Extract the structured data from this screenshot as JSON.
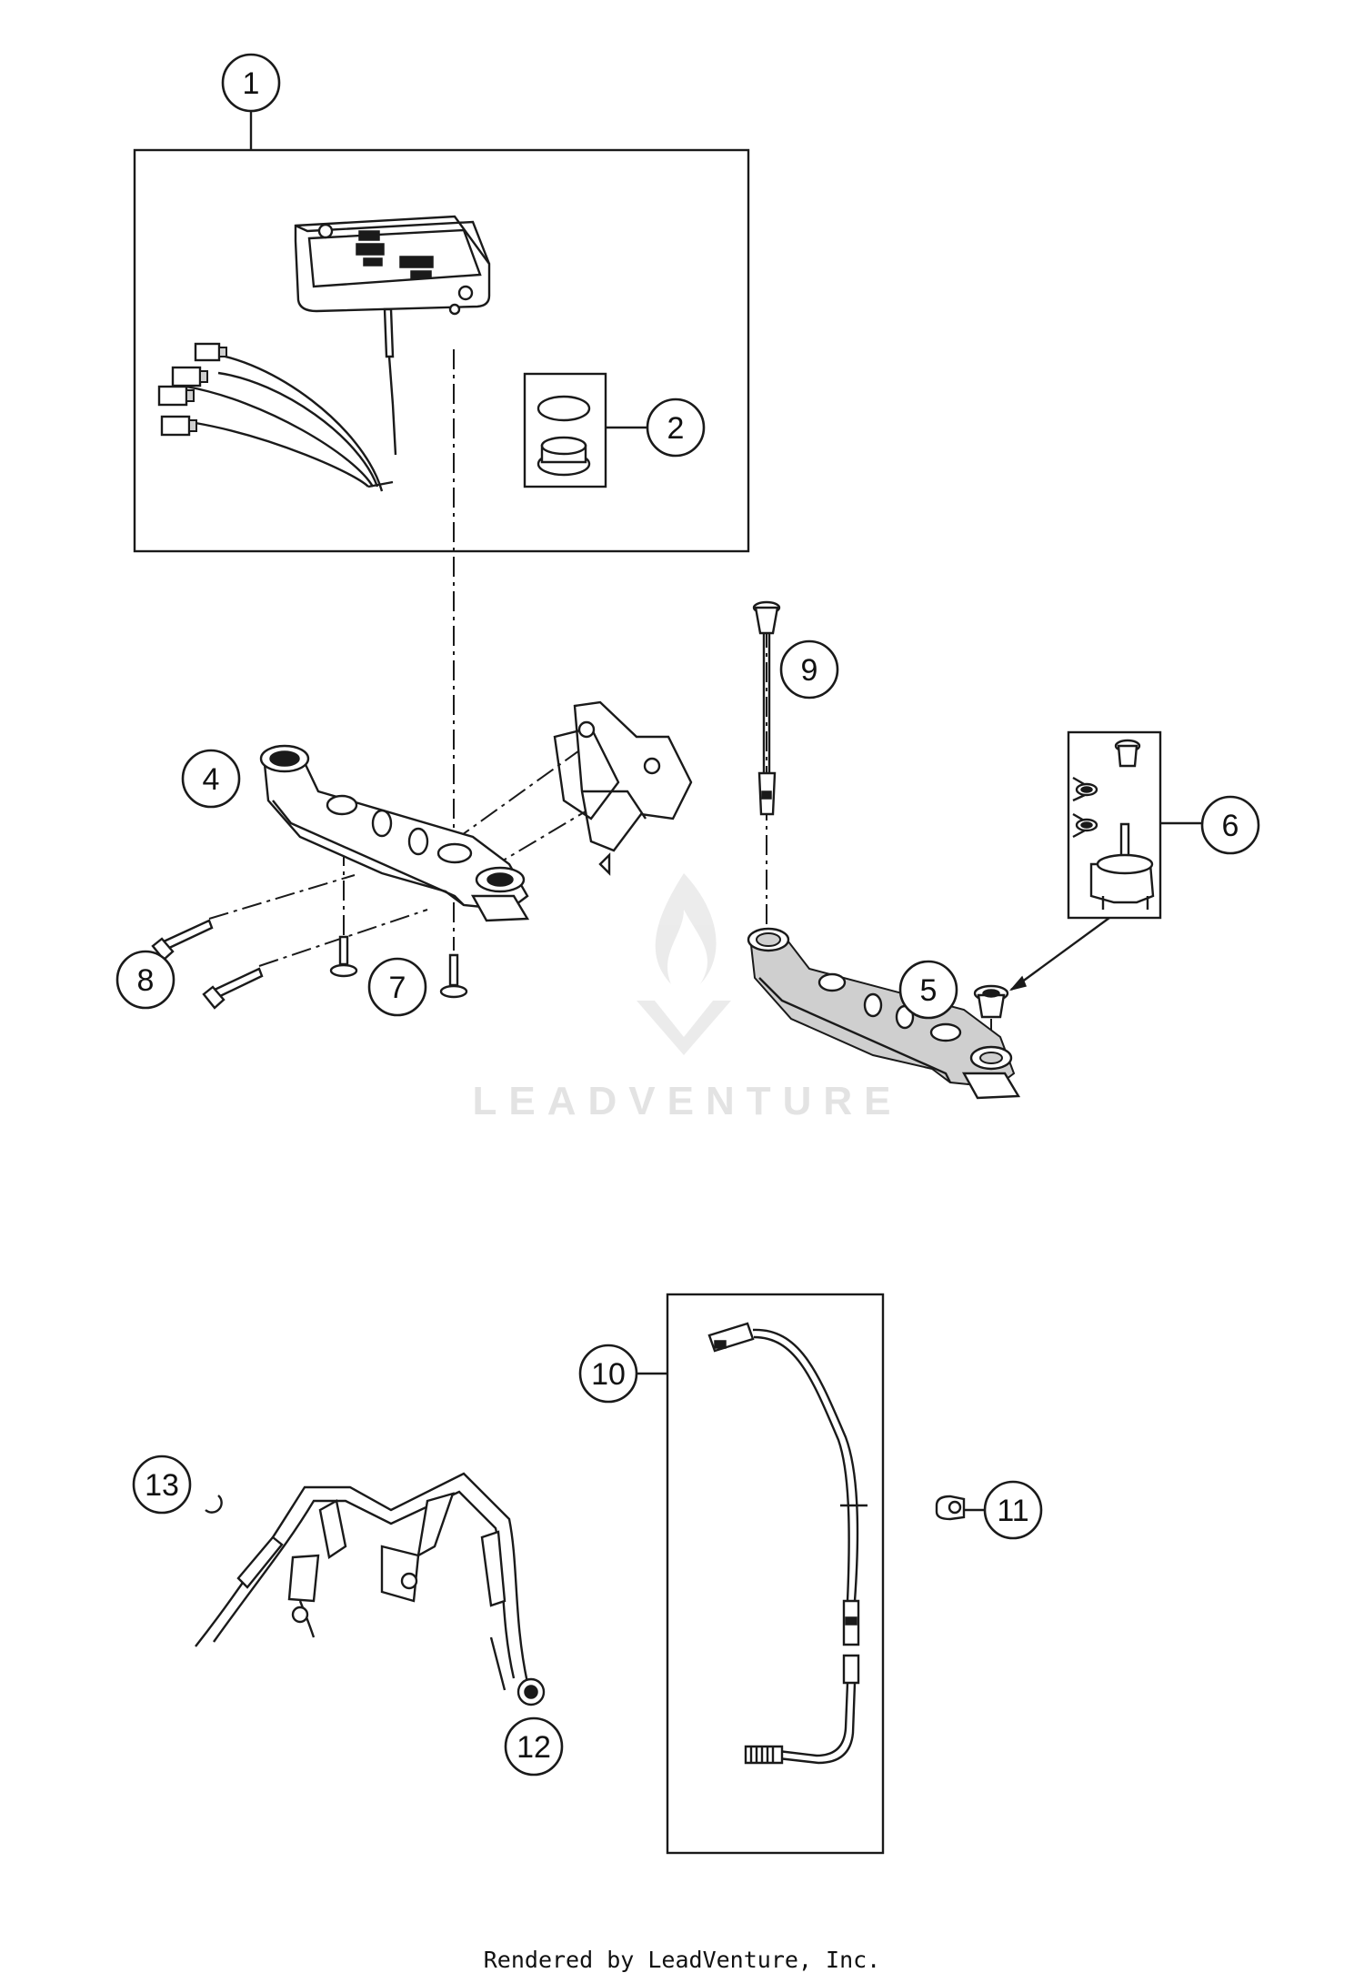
{
  "diagram": {
    "callouts": [
      "1",
      "2",
      "4",
      "5",
      "6",
      "7",
      "8",
      "9",
      "10",
      "11",
      "12",
      "13"
    ],
    "watermark": "LEADVENTURE",
    "footer": "Rendered by LeadVenture, Inc."
  },
  "colors": {
    "line": "#1a1a1a",
    "part_fill": "#ffffff",
    "watermark": "#e3e3e3"
  }
}
